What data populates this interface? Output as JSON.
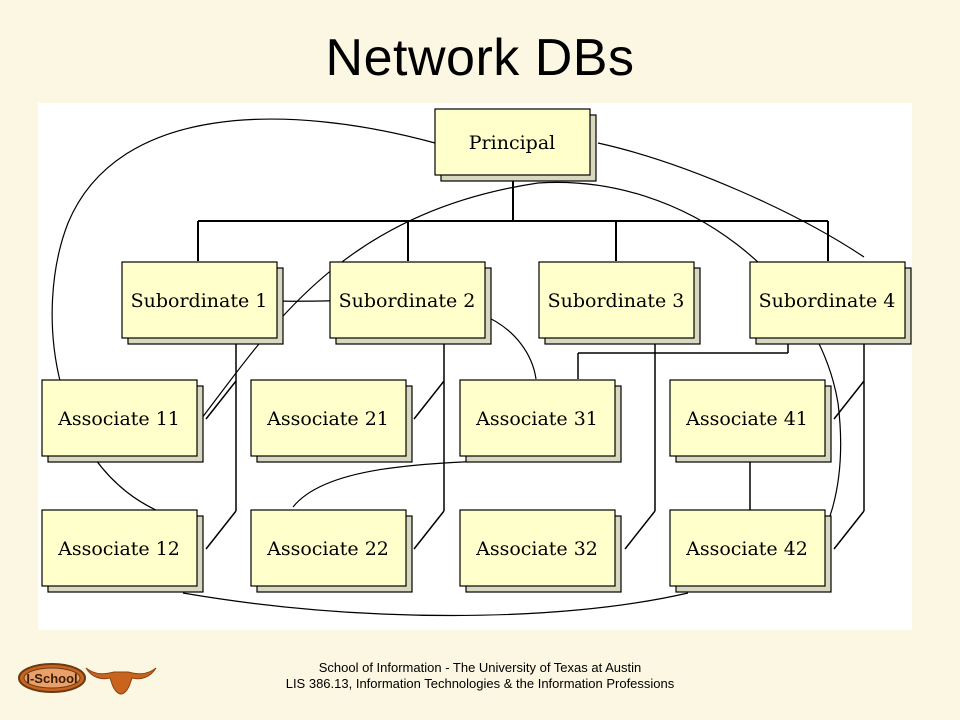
{
  "slide": {
    "title": "Network DBs"
  },
  "diagram": {
    "nodes": {
      "principal": "Principal",
      "subordinate_1": "Subordinate 1",
      "subordinate_2": "Subordinate 2",
      "subordinate_3": "Subordinate 3",
      "subordinate_4": "Subordinate 4",
      "associate_11": "Associate 11",
      "associate_12": "Associate 12",
      "associate_21": "Associate 21",
      "associate_22": "Associate 22",
      "associate_31": "Associate 31",
      "associate_32": "Associate 32",
      "associate_41": "Associate 41",
      "associate_42": "Associate 42"
    },
    "colors": {
      "node_fill": "#ffffcc",
      "node_shadow": "#d8d8c0",
      "line": "#000000",
      "panel": "#ffffff",
      "background": "#fbf7e2"
    }
  },
  "footer": {
    "line1": "School of Information - The University  of Texas at Austin",
    "line2": "LIS 386.13, Information Technologies & the Information Professions"
  },
  "logos": {
    "ischool_text": "I-School",
    "brand_orange": "#c8641e"
  }
}
